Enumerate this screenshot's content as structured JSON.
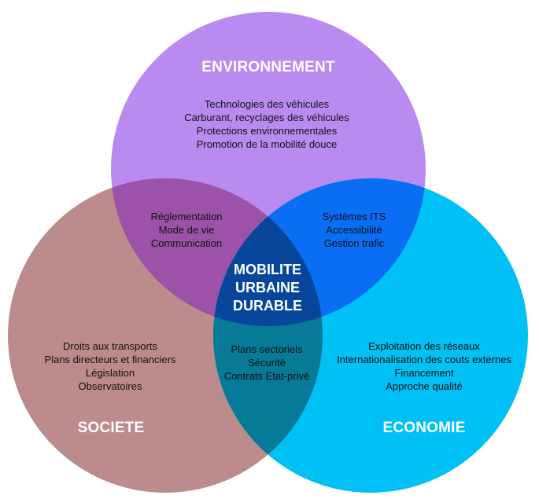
{
  "colors": {
    "environnement": "#b98af0",
    "societe": "#bb8c8b",
    "economie": "#00c0f5",
    "env_soc": "#9b52a8",
    "env_eco": "#0a6ef5",
    "soc_eco": "#067a96",
    "center": "#07469a"
  },
  "environnement": {
    "title": "ENVIRONNEMENT",
    "items": [
      "Technologies des véhicules",
      "Carburant, recyclages des véhicules",
      "Protections environnementales",
      "Promotion de la mobilité douce"
    ]
  },
  "societe": {
    "title": "SOCIETE",
    "items": [
      "Droits aux transports",
      "Plans directeurs et financiers",
      "Législation",
      "Observatoires"
    ]
  },
  "economie": {
    "title": "ECONOMIE",
    "items": [
      "Exploitation des réseaux",
      "Internationalisation des  couts externes",
      "Financement",
      "Approche qualité"
    ]
  },
  "env_soc": {
    "items": [
      "Réglementation",
      "Mode de vie",
      "Communication"
    ]
  },
  "env_eco": {
    "items": [
      "Systèmes ITS",
      "Accessibilité",
      "Gestion trafic"
    ]
  },
  "soc_eco": {
    "items": [
      "Plans sectoriels",
      "Sécurité",
      "Contrats Etat-privé"
    ]
  },
  "center": {
    "lines": [
      "MOBILITE",
      "URBAINE",
      "DURABLE"
    ]
  }
}
